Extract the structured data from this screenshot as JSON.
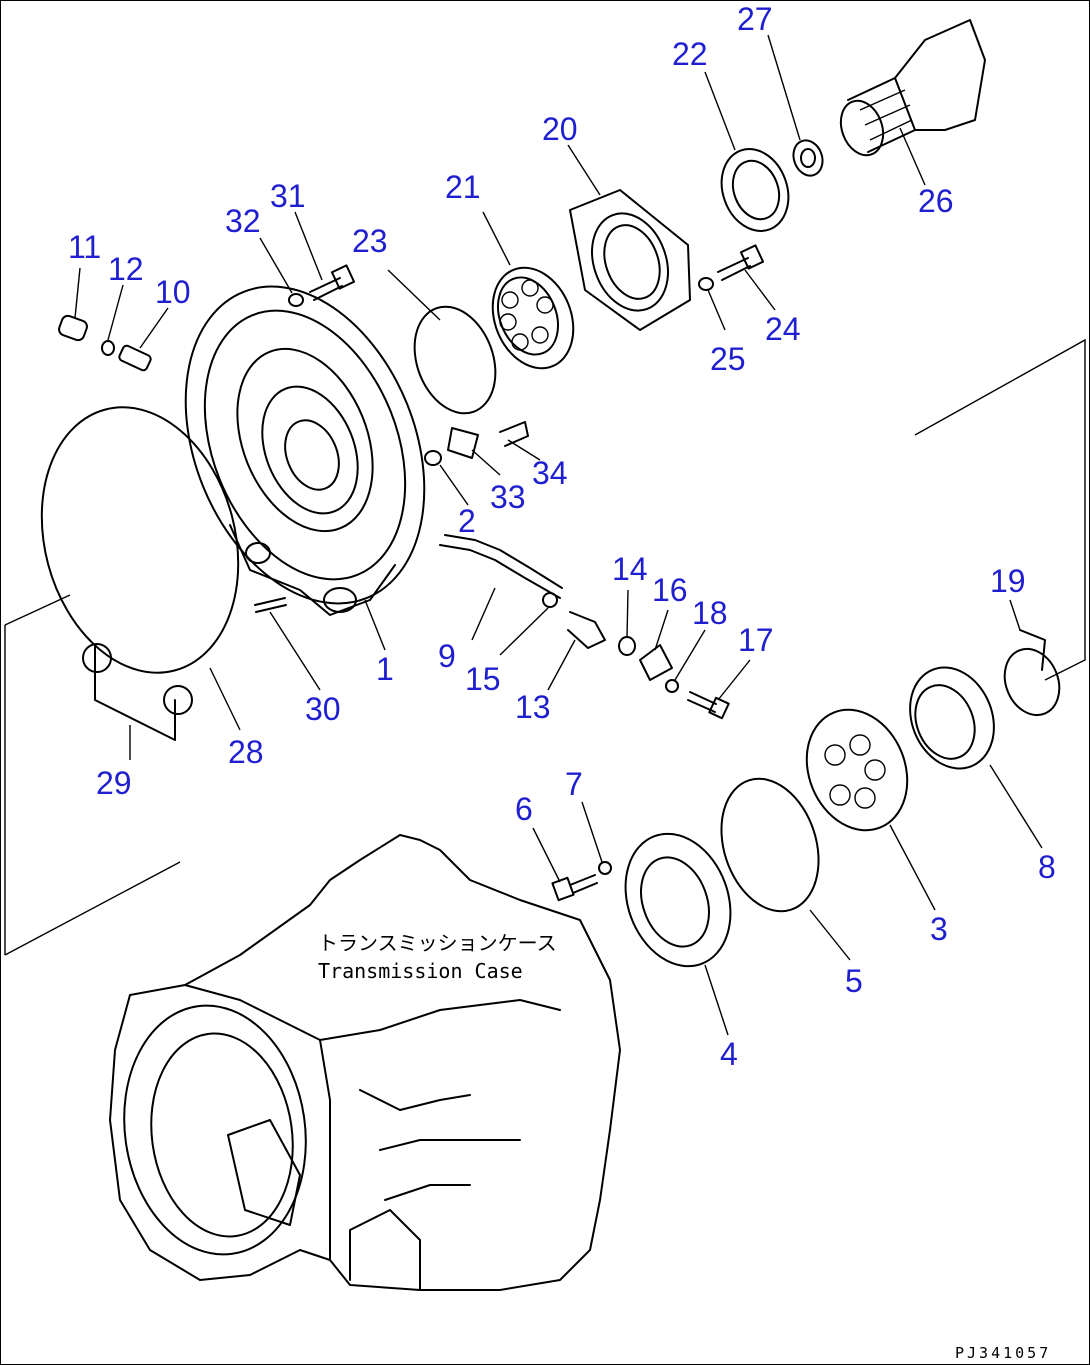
{
  "diagram": {
    "case_label_jp": "トランスミッションケース",
    "case_label_en": "Transmission Case",
    "drawing_code": "PJ341057",
    "accent_color": "#1f1fd0",
    "callouts": [
      "1",
      "2",
      "3",
      "4",
      "5",
      "6",
      "7",
      "8",
      "9",
      "10",
      "11",
      "12",
      "13",
      "14",
      "15",
      "16",
      "17",
      "18",
      "19",
      "20",
      "21",
      "22",
      "23",
      "24",
      "25",
      "26",
      "27",
      "28",
      "29",
      "30",
      "31",
      "32",
      "33",
      "34"
    ]
  }
}
